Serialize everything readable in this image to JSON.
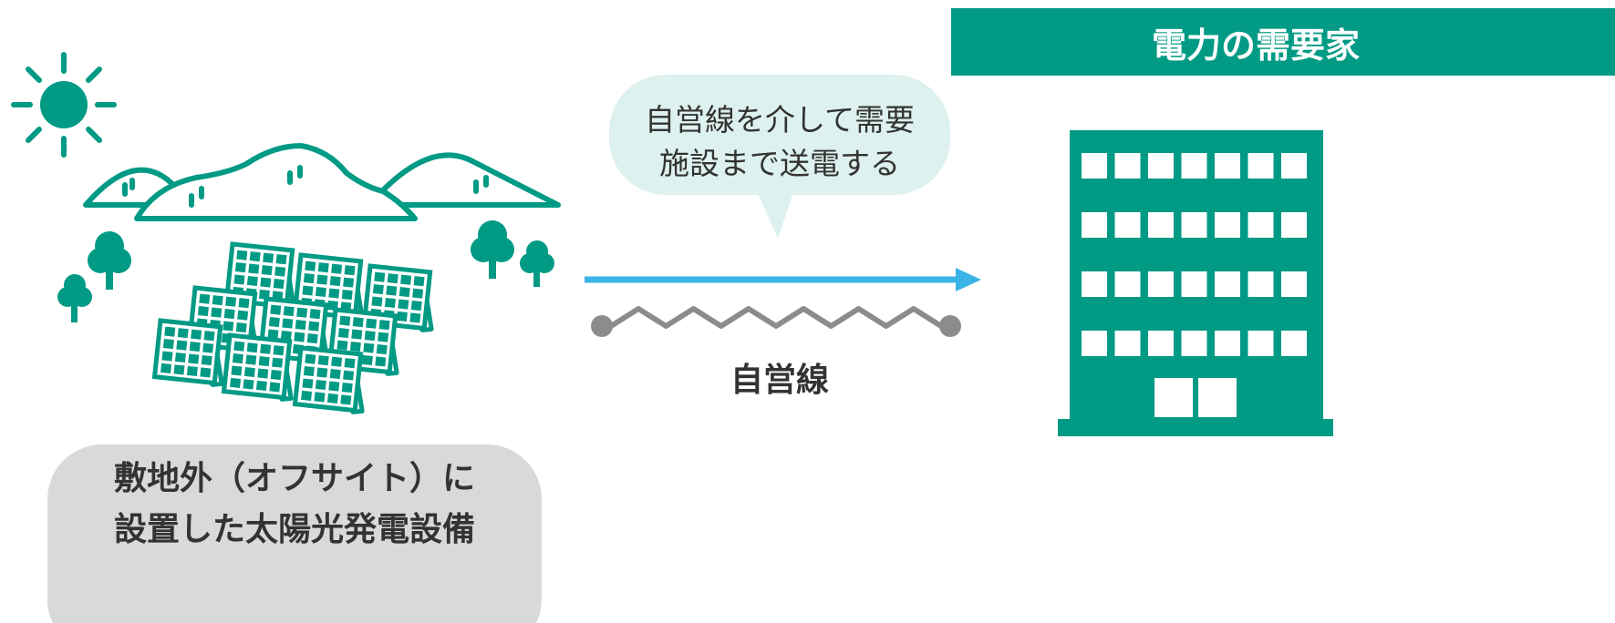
{
  "consumer": {
    "header": "電力の需要家"
  },
  "bubble": {
    "line1": "自営線を介して需要",
    "line2": "施設まで送電する"
  },
  "private_line": {
    "label": "自営線"
  },
  "solar": {
    "caption_line1": "敷地外（オフサイト）に",
    "caption_line2": "設置した太陽光発電設備"
  },
  "icons": [
    "sun-icon",
    "mountains-icon",
    "tree-icon",
    "solar-panel-icon",
    "building-icon",
    "arrow-icon",
    "zigzag-wire-icon"
  ],
  "colors": {
    "accent_green": "#009a85",
    "arrow_blue": "#3ab4e6",
    "bubble_fill": "#ddf1ee",
    "caption_fill": "#d9d9d9",
    "wire_gray": "#8c8c8c"
  }
}
